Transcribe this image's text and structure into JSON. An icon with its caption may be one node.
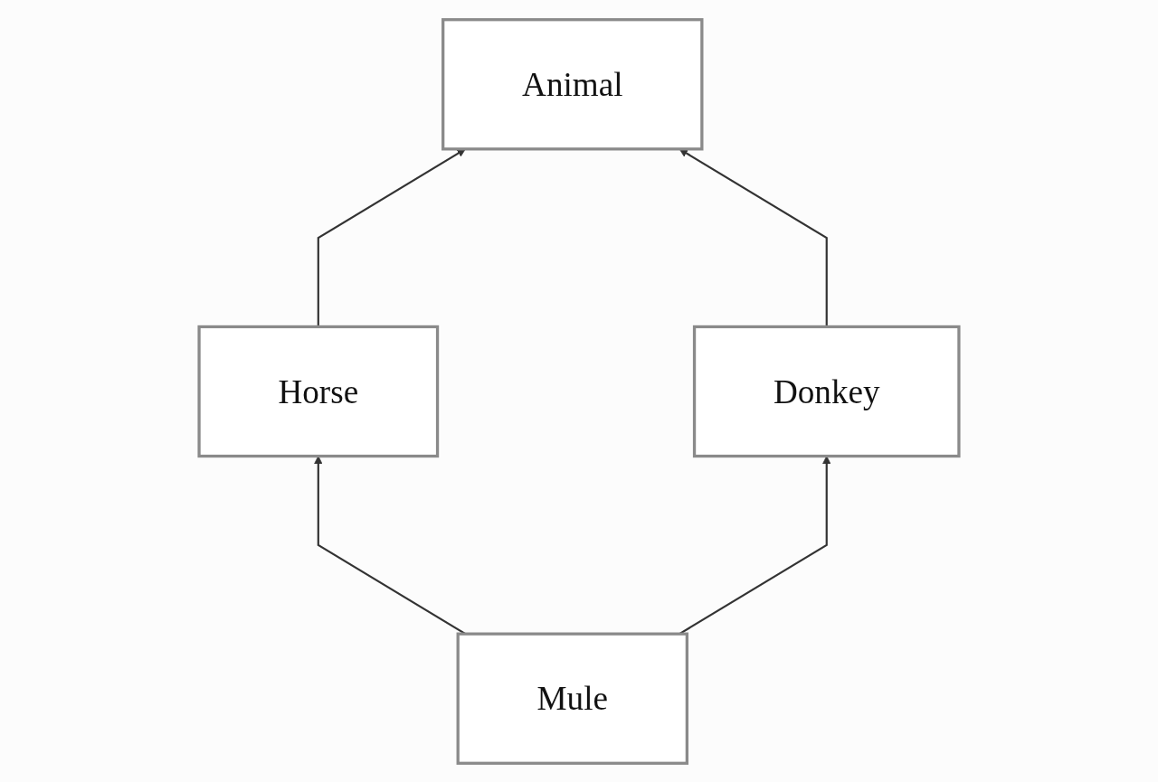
{
  "diagram": {
    "nodes": [
      {
        "text": [
          "Animal"
        ]
      },
      {
        "text": [
          "Horse"
        ]
      },
      {
        "text": [
          "Donkey"
        ]
      },
      {
        "text": [
          "Mule"
        ]
      }
    ],
    "edges": [
      {
        "from": 1,
        "to": 0,
        "arrow": "to"
      },
      {
        "from": 2,
        "to": 0,
        "arrow": "to"
      },
      {
        "from": 3,
        "to": 1,
        "arrow": "to"
      },
      {
        "from": 3,
        "to": 2,
        "arrow": "to"
      }
    ]
  }
}
